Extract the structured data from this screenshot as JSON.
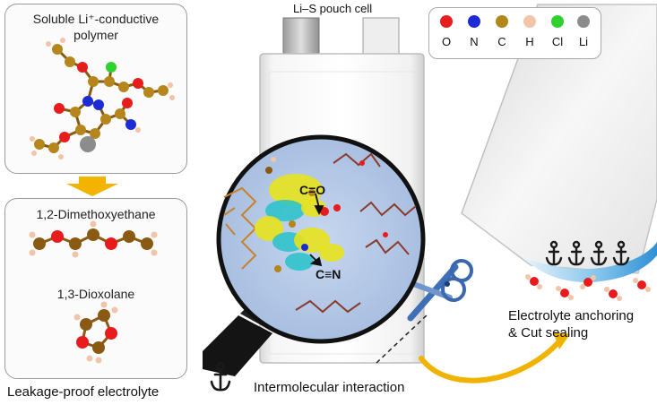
{
  "legend": {
    "items": [
      {
        "symbol": "O",
        "color": "#e81c1c"
      },
      {
        "symbol": "N",
        "color": "#1c2bd6"
      },
      {
        "symbol": "C",
        "color": "#b5861b"
      },
      {
        "symbol": "H",
        "color": "#f2c4a8"
      },
      {
        "symbol": "Cl",
        "color": "#2ed12e"
      },
      {
        "symbol": "Li",
        "color": "#8c8c8c"
      }
    ]
  },
  "pouch_cell": {
    "title": "Li–S pouch cell"
  },
  "polymer_panel": {
    "title_line1": "Soluble Li⁺-conductive",
    "title_line2": "polymer"
  },
  "solvent_panel": {
    "solvent1": "1,2-Dimethoxyethane",
    "solvent2": "1,3-Dioxolane"
  },
  "zoom": {
    "co_label": "C=O",
    "cn_label": "C≡N"
  },
  "captions": {
    "leakage": "Leakage-proof electrolyte",
    "intermolecular": "Intermolecular interaction",
    "anchoring_line1": "Electrolyte anchoring",
    "anchoring_line2": "& Cut sealing"
  },
  "colors": {
    "arrow_gold": "#f0b400",
    "circle_fill": "#b9cbe6",
    "blue_tip": "#3a9fe0"
  }
}
